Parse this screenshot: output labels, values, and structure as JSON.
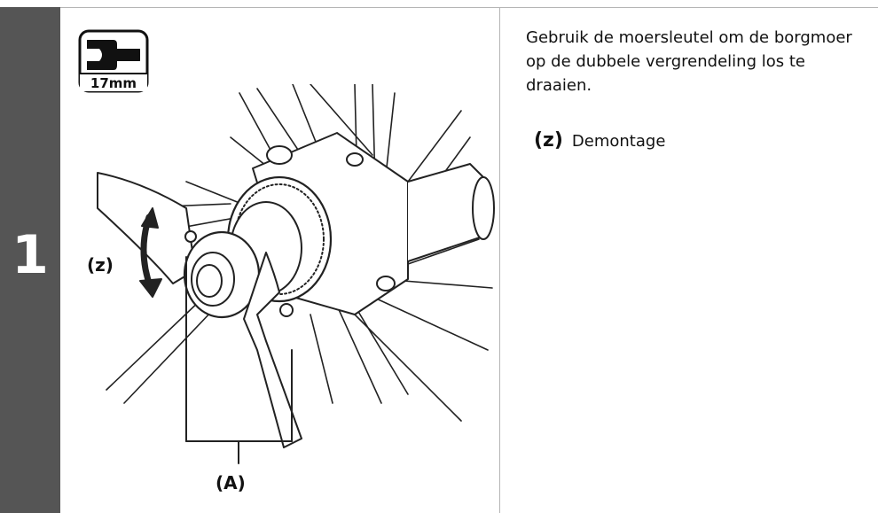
{
  "step": {
    "number": "1"
  },
  "tool": {
    "size_label": "17mm",
    "icon": "wrench-icon"
  },
  "illustration": {
    "label_z": "(z)",
    "label_a": "(A)"
  },
  "instruction": {
    "text": "Gebruik de moersleutel om de borgmoer op de dubbele vergrendeling los te draaien."
  },
  "legend": {
    "key": "(z)",
    "value": "Demontage"
  },
  "colors": {
    "step_bar": "#555555",
    "line": "#222222",
    "divider": "#b5b5b5"
  }
}
